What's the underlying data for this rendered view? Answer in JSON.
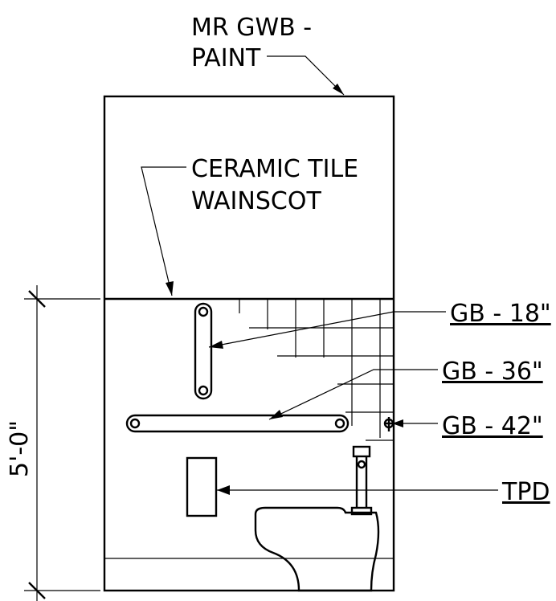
{
  "drawing": {
    "annotations": {
      "wall_finish_line1": "MR GWB -",
      "wall_finish_line2": "PAINT",
      "wainscot_line1": "CERAMIC TILE",
      "wainscot_line2": "WAINSCOT",
      "grab_bar_18": "GB - 18\"",
      "grab_bar_36": "GB - 36\"",
      "grab_bar_42": "GB - 42\"",
      "toilet_paper_dispenser": "TPD"
    },
    "dimension": {
      "wainscot_height": "5'-0\""
    }
  }
}
